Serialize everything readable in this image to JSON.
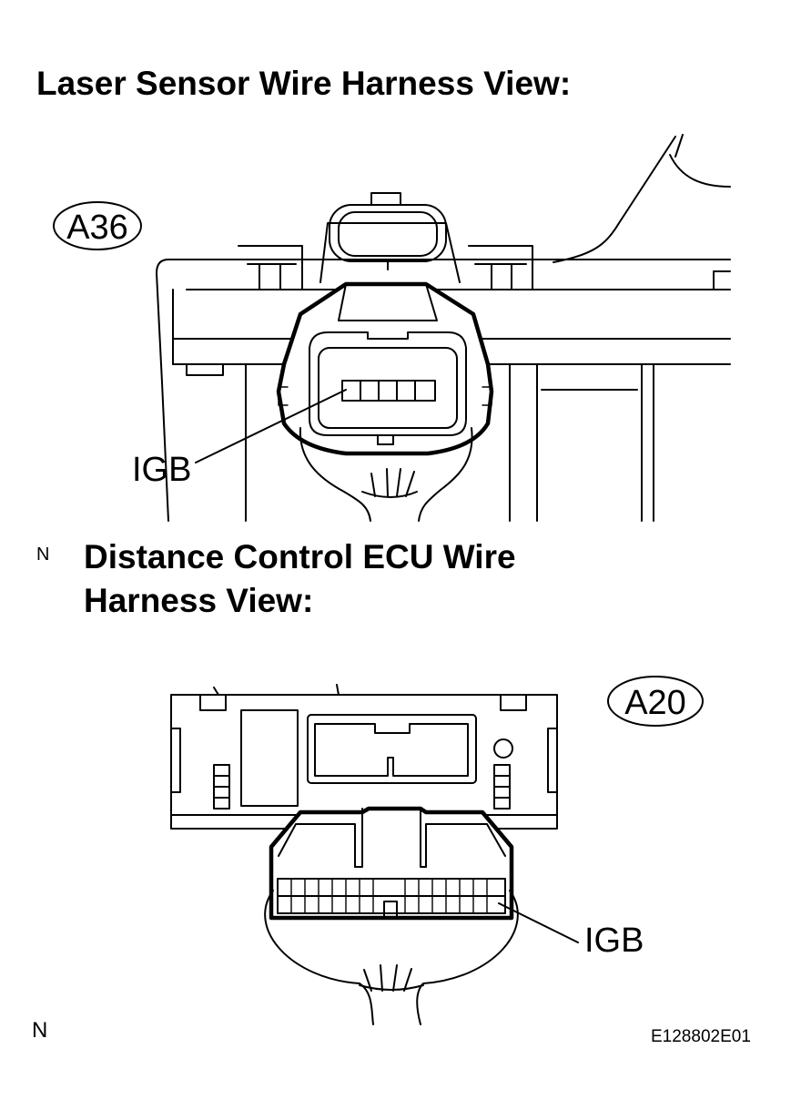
{
  "section1": {
    "title": "Laser Sensor Wire Harness View:",
    "connector_code": "A36",
    "terminal_label": "IGB"
  },
  "section2": {
    "marker": "N",
    "title_line1": "Distance Control ECU Wire",
    "title_line2": "Harness View:",
    "connector_code": "A20",
    "terminal_label": "IGB"
  },
  "footer": {
    "marker": "N",
    "figure_id": "E128802E01"
  }
}
